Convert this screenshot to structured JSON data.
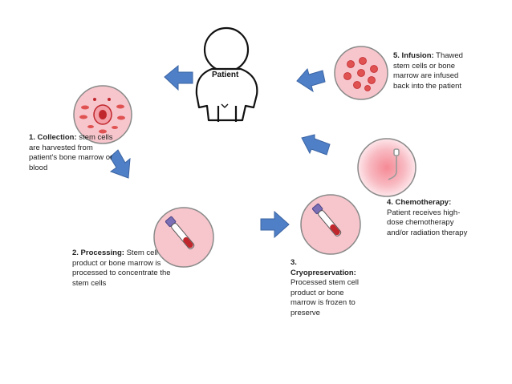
{
  "patient": {
    "label": "Patient"
  },
  "steps": [
    {
      "id": "collection",
      "title": "1. Collection:",
      "text": "stem cells are harvested from patient's bone marrow or blood"
    },
    {
      "id": "processing",
      "title": "2. Processing:",
      "text": "Stem cell product or bone marrow is processed to concentrate the stem cells"
    },
    {
      "id": "cryopreservation",
      "title": "3. Cryopreservation:",
      "text": "Processed stem cell product or bone marrow is frozen to preserve"
    },
    {
      "id": "chemotherapy",
      "title": "4. Chemotherapy:",
      "text": "Patient receives high-dose chemotherapy and/or radiation therapy"
    },
    {
      "id": "infusion",
      "title": "5. Infusion:",
      "text": "Thawed stem cells or bone marrow are infused back into the patient"
    }
  ],
  "colors": {
    "arrow": "#4f7fc6",
    "circle_fill": "#f7c6cc",
    "circle_stroke": "#7a7a7a",
    "cell": "#e05252",
    "vial_cap": "#7b6fb5",
    "vial_blood": "#c0272d"
  },
  "icons": [
    "patient-figure-icon",
    "cell-icon",
    "vial-icon",
    "iv-bag-icon",
    "arrow-icon"
  ]
}
